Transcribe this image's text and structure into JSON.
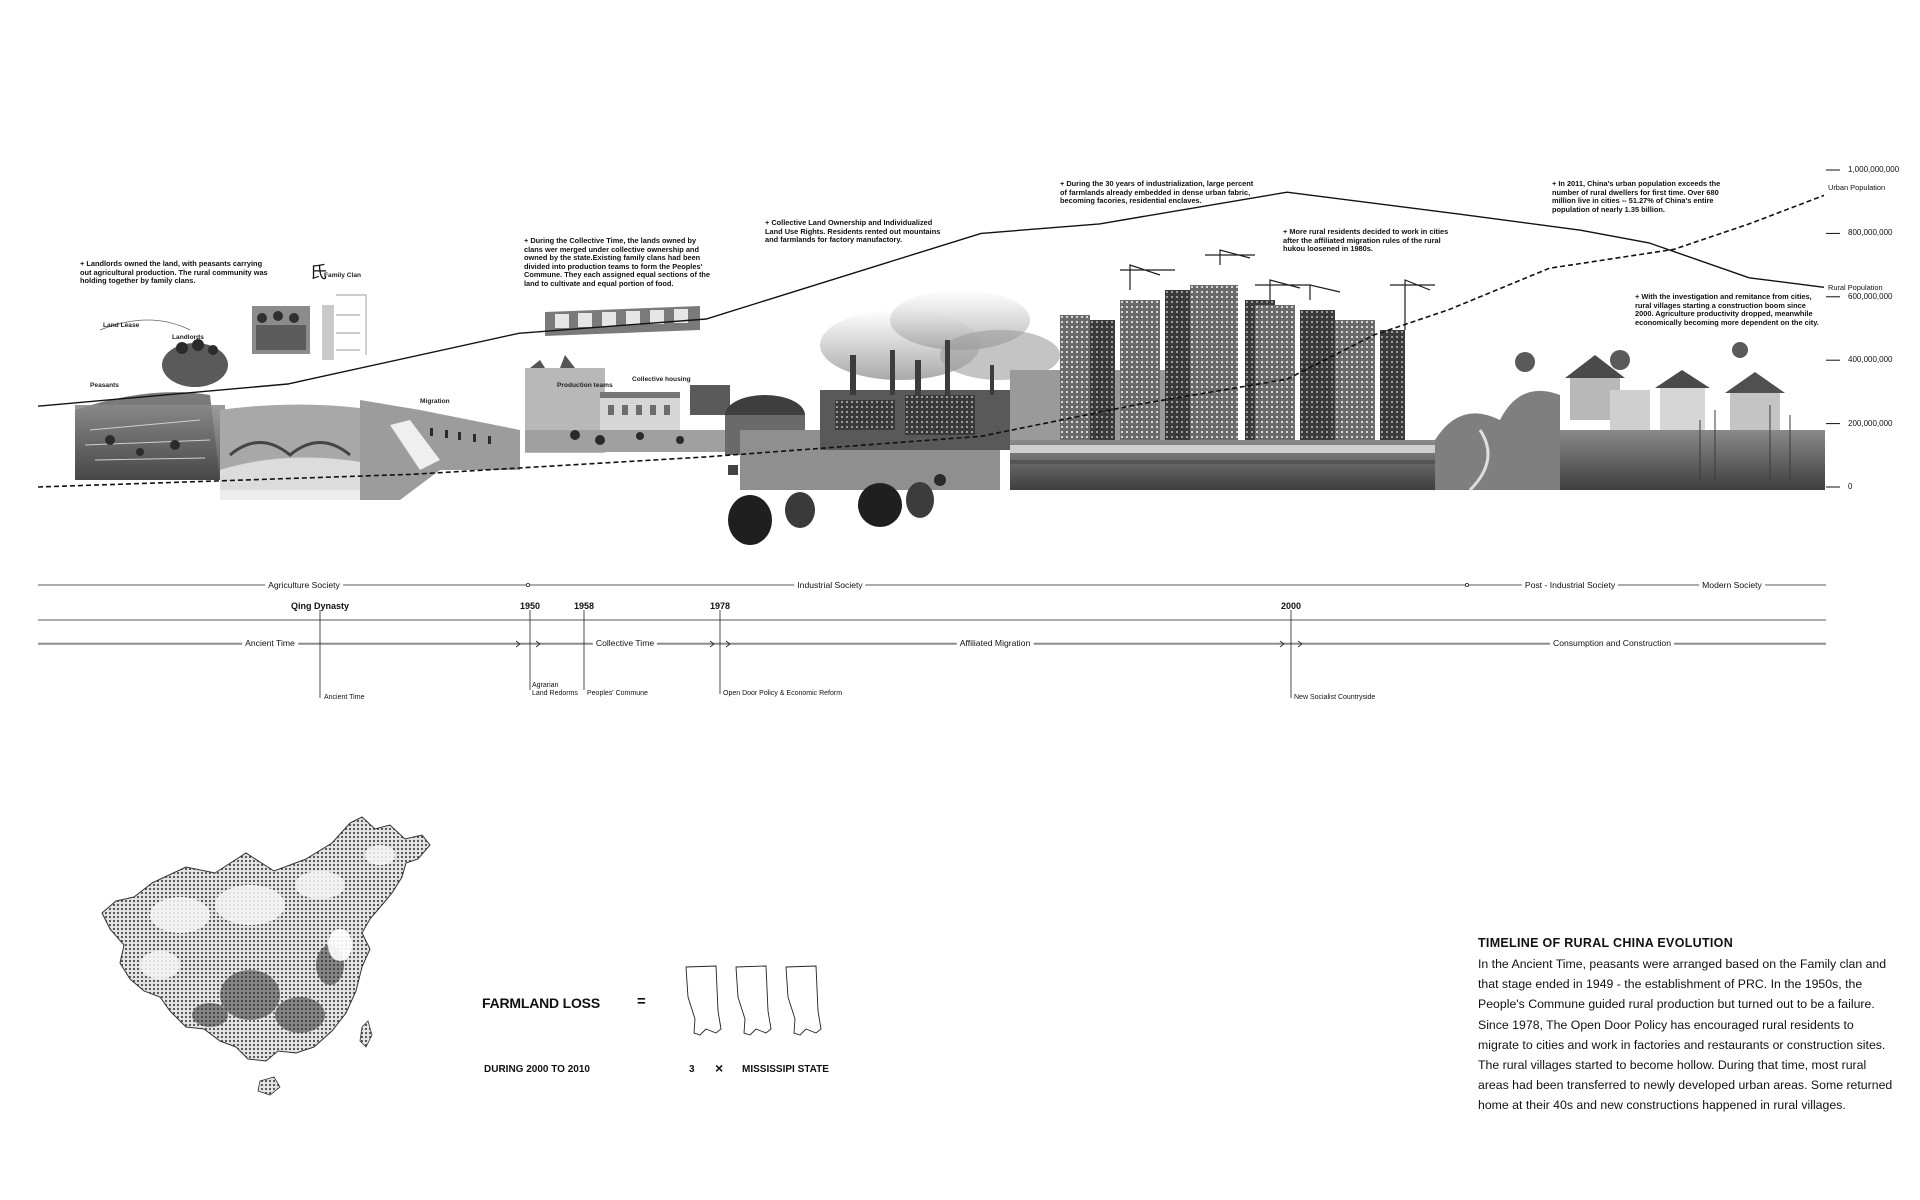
{
  "annotations": [
    {
      "id": "a1",
      "text": "Landlords owned the land, with peasants carrying out agricultural production. The rural community was holding together by family clans."
    },
    {
      "id": "a2",
      "text": "During the Collective Time, the lands owned by clans wer merged under collective ownership and owned by the state.Existing family clans had been divided into production teams to form the Peoples' Commune. They each assigned equal sections of the land to cultivate and equal portion of food."
    },
    {
      "id": "a3",
      "text": "Collective Land Ownership and Individualized Land Use Rights. Residents rented out mountains and farmlands for factory manufactory."
    },
    {
      "id": "a4",
      "text": "During the 30 years of industrialization, large percent of farmlands already embedded in dense urban fabric, becoming facories, residential enclaves."
    },
    {
      "id": "a5",
      "text": "More rural residents decided to work in cities after the affiliated migration rules of the rural hukou loosened in 1980s."
    },
    {
      "id": "a6",
      "text": "In 2011, China's urban population exceeds the number of rural dwellers for first time. Over 680 million live in cities -- 51.27% of China's entire population of nearly 1.35 billion."
    },
    {
      "id": "a7",
      "text": "With the investigation and remitance from cities, rural villages starting a construction boom since 2000. Agriculture productivity dropped, meanwhile economically becoming more dependent on the city."
    }
  ],
  "photo_labels": {
    "family_clan": "Family Clan",
    "land_lease": "Land Lease",
    "landlords": "Landlords",
    "peasants": "Peasants",
    "migration": "Migration",
    "production_teams": "Production teams",
    "collective_housing": "Collective housing"
  },
  "timeline": {
    "societies": [
      {
        "label": "Agriculture Society"
      },
      {
        "label": "Industrial Society"
      },
      {
        "label": "Post - Industrial Society"
      },
      {
        "label": "Modern Society"
      }
    ],
    "years": [
      "Qing Dynasty",
      "1950",
      "1958",
      "1978",
      "2000"
    ],
    "periods": [
      {
        "label": "Ancient Time"
      },
      {
        "label": "Collective Time"
      },
      {
        "label": "Affiliated Migration"
      },
      {
        "label": "Consumption and Construction"
      }
    ],
    "events": [
      {
        "label": "Ancient Time"
      },
      {
        "label": "Agrarian\nLand Redorms"
      },
      {
        "label": "Peoples' Commune"
      },
      {
        "label": "Open Door Policy & Economic Reform"
      },
      {
        "label": "New Socialist Countryside"
      }
    ]
  },
  "chart_data": {
    "type": "line",
    "title": "",
    "yticks": [
      "1,000,000,000",
      "800,000,000",
      "600,000,000",
      "400,000,000",
      "200,000,000",
      "0"
    ],
    "ylim": [
      0,
      1000000000
    ],
    "series": [
      {
        "name": "Rural Population",
        "style": "solid",
        "points": [
          [
            0,
            255000000
          ],
          [
            0.2,
            325000000
          ],
          [
            0.385,
            485000000
          ],
          [
            0.535,
            530000000
          ],
          [
            0.755,
            800000000
          ],
          [
            0.85,
            830000000
          ],
          [
            1.0,
            930000000
          ],
          [
            1.14,
            860000000
          ],
          [
            1.235,
            810000000
          ],
          [
            1.29,
            770000000
          ],
          [
            1.37,
            660000000
          ],
          [
            1.43,
            630000000
          ]
        ]
      },
      {
        "name": "Urban Population",
        "style": "dashed",
        "points": [
          [
            0,
            0
          ],
          [
            0.3,
            40000000
          ],
          [
            0.535,
            95000000
          ],
          [
            0.755,
            160000000
          ],
          [
            0.88,
            260000000
          ],
          [
            1.0,
            340000000
          ],
          [
            1.07,
            480000000
          ],
          [
            1.13,
            560000000
          ],
          [
            1.21,
            690000000
          ],
          [
            1.31,
            750000000
          ],
          [
            1.37,
            830000000
          ],
          [
            1.43,
            920000000
          ]
        ]
      }
    ]
  },
  "farmland": {
    "title": "FARMLAND LOSS",
    "equals": "=",
    "subtitle": "DURING 2000 TO 2010",
    "count": "3",
    "times": "×",
    "unit": "MISSISSIPI STATE"
  },
  "description": {
    "title": "TIMELINE OF RURAL CHINA EVOLUTION",
    "body": "In the Ancient Time, peasants were arranged based on the Family clan and that stage ended in 1949 - the establishment of PRC. In the 1950s, the People's Commune guided rural production but turned out to be a failure. Since 1978, The Open Door Policy has encouraged rural residents to migrate to cities and work in factories and restaurants or construction sites. The rural villages started to become hollow. During that time, most rural areas had been transferred to newly developed urban areas. Some returned home at their 40s and new constructions happened in rural villages."
  }
}
